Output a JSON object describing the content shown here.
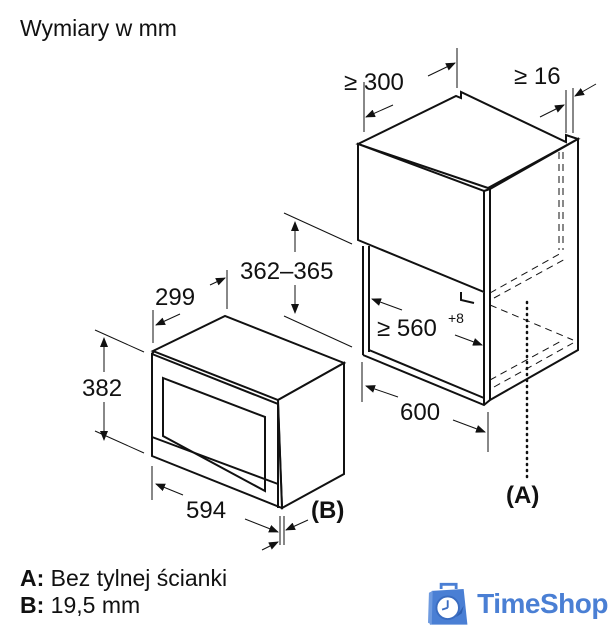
{
  "title": "Wymiary w mm",
  "dimensions": {
    "cabinet_depth": "≥ 300",
    "side_panel": "≥ 16",
    "niche_height": "362–365",
    "niche_width": "≥ 560",
    "niche_width_tolerance": "+8",
    "cabinet_width": "600",
    "appliance_depth": "299",
    "appliance_height": "382",
    "appliance_width": "594",
    "marker_b": "(B)",
    "marker_a": "(A)"
  },
  "legend": [
    {
      "key": "A:",
      "text": "Bez tylnej ścianki"
    },
    {
      "key": "B:",
      "text": "19,5 mm"
    }
  ],
  "logo": {
    "text": "TimeShop",
    "color": "#4a7fd4"
  }
}
